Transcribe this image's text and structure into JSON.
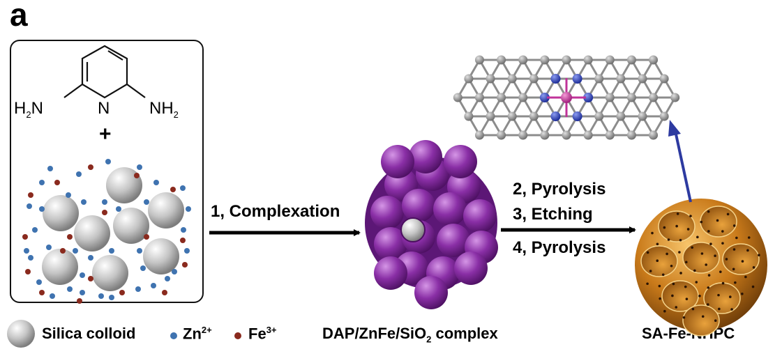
{
  "panel_label": "a",
  "reagent": {
    "left_group": "H",
    "left_group_sub": "2",
    "left_group_tail": "N",
    "ring_n": "N",
    "right_group": "NH",
    "right_group_sub": "2",
    "plus": "+"
  },
  "steps": {
    "step1": "1, Complexation",
    "step2": "2, Pyrolysis",
    "step3": "3, Etching",
    "step4": "4, Pyrolysis"
  },
  "legend": {
    "silica": "Silica colloid",
    "zn": "Zn",
    "zn_charge": "2+",
    "fe": "Fe",
    "fe_charge": "3+"
  },
  "labels": {
    "complex_pre": "DAP/ZnFe/SiO",
    "complex_sub": "2",
    "complex_post": " complex",
    "product": "SA-Fe-NHPC"
  },
  "colors": {
    "silica": "#b8b8b8",
    "zn": "#3f73b0",
    "fe": "#8a2a1e",
    "complex": "#8a2fa6",
    "product": "#c97a1a",
    "graphene_c": "#8c8c8c",
    "graphene_n": "#2f46b8",
    "graphene_fe": "#c0339a",
    "arrow_blue": "#2d3aa0"
  }
}
